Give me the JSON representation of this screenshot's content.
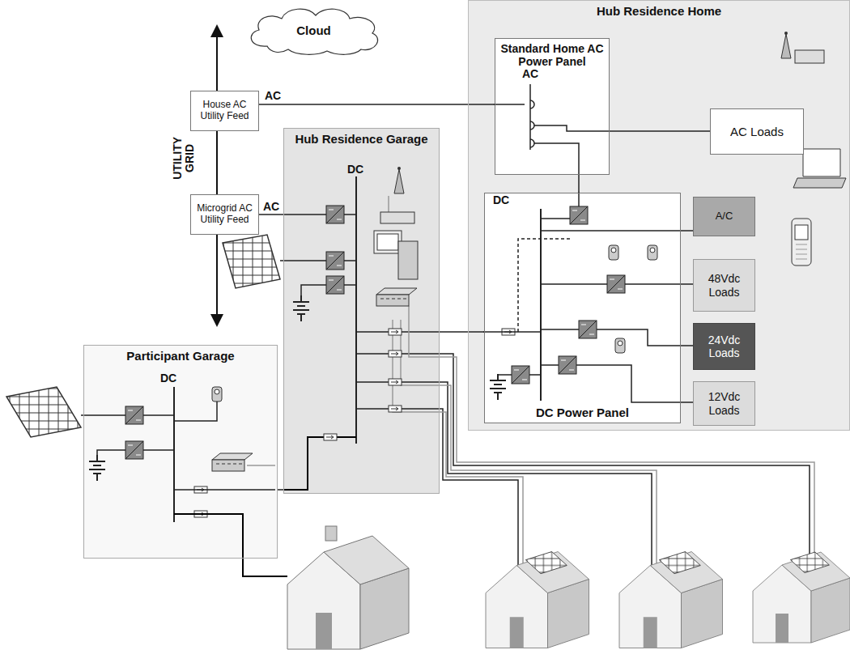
{
  "diagram": {
    "nodes": [
      {
        "text": [
          "Hub Residence Home"
        ]
      },
      {
        "text": [
          "Standard Home AC Power Panel"
        ],
        "in": 0
      },
      {
        "text": [
          "AC Loads"
        ],
        "in": 0
      },
      {
        "text": [
          "DC Power Panel"
        ],
        "in": 0
      },
      {
        "text": [
          "A/C"
        ],
        "in": 0
      },
      {
        "text": [
          "48Vdc Loads"
        ],
        "in": 0
      },
      {
        "text": [
          "24Vdc Loads"
        ],
        "in": 0
      },
      {
        "text": [
          "12Vdc Loads"
        ],
        "in": 0
      },
      {
        "text": [
          "Cloud"
        ]
      },
      {
        "text": [
          "House AC Utility Feed"
        ]
      },
      {
        "text": [
          "Microgrid AC Utility Feed"
        ]
      },
      {
        "text": [
          "Hub Residence Garage"
        ]
      },
      {
        "text": [
          "Participant Garage"
        ]
      }
    ],
    "edges": [
      {
        "from": 9,
        "to": 1,
        "arrow": "none"
      },
      {
        "from": 1,
        "to": 2,
        "arrow": "none"
      },
      {
        "from": 1,
        "to": 3,
        "arrow": "none"
      },
      {
        "from": 3,
        "to": 4,
        "arrow": "none"
      },
      {
        "from": 3,
        "to": 5,
        "arrow": "none"
      },
      {
        "from": 3,
        "to": 6,
        "arrow": "none"
      },
      {
        "from": 3,
        "to": 7,
        "arrow": "none"
      },
      {
        "from": 10,
        "to": 11,
        "arrow": "none"
      },
      {
        "from": 11,
        "to": 3,
        "arrow": "none"
      },
      {
        "from": 12,
        "to": 11,
        "arrow": "none"
      }
    ],
    "labels": [
      "AC",
      "UTILITY GRID",
      "AC",
      "DC",
      "AC",
      "DC",
      "DC"
    ]
  }
}
